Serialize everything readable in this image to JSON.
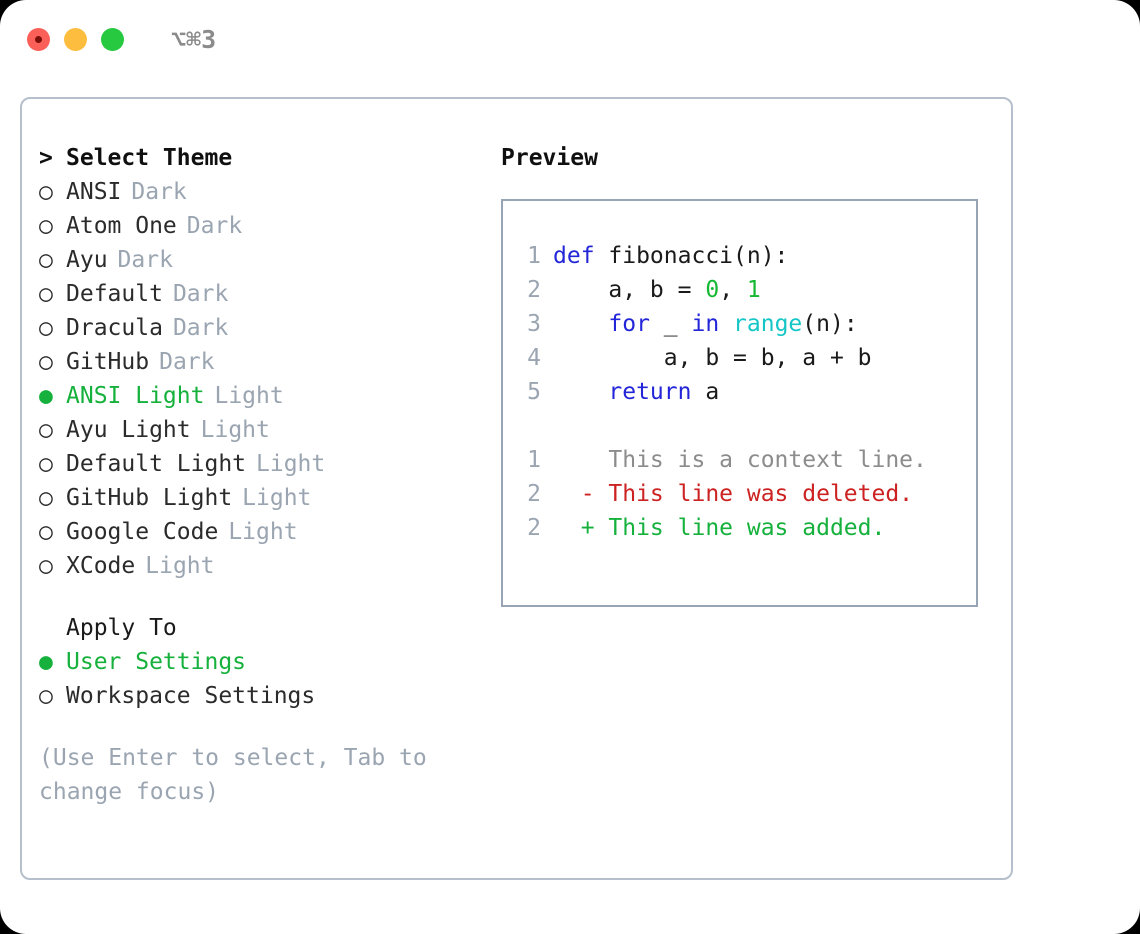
{
  "window": {
    "shortcut_label": "⌥⌘3",
    "traffic_lights": [
      {
        "name": "close",
        "color": "#fb6058"
      },
      {
        "name": "minimize",
        "color": "#fdbe40"
      },
      {
        "name": "maximize",
        "color": "#26c93f"
      }
    ]
  },
  "colors": {
    "accent_green": "#16b13c",
    "muted_gray": "#9aa5b1",
    "border": "#b6bfcc",
    "preview_border": "#98a5b5",
    "keyword_blue": "#2326d8",
    "function_cyan": "#16c6c6",
    "number_green": "#15b832",
    "diff_delete_red": "#cc2222",
    "diff_add_green": "#16b13c",
    "diff_context_gray": "#8c8c8c",
    "text": "#2b2b2b"
  },
  "theme_list": {
    "heading": "Select Theme",
    "heading_marker": ">",
    "marker_unselected": "○",
    "marker_selected": "●",
    "items": [
      {
        "name": "ANSI",
        "kind": "Dark",
        "selected": false
      },
      {
        "name": "Atom One",
        "kind": "Dark",
        "selected": false
      },
      {
        "name": "Ayu",
        "kind": "Dark",
        "selected": false
      },
      {
        "name": "Default",
        "kind": "Dark",
        "selected": false
      },
      {
        "name": "Dracula",
        "kind": "Dark",
        "selected": false
      },
      {
        "name": "GitHub",
        "kind": "Dark",
        "selected": false
      },
      {
        "name": "ANSI Light",
        "kind": "Light",
        "selected": true
      },
      {
        "name": "Ayu Light",
        "kind": "Light",
        "selected": false
      },
      {
        "name": "Default Light",
        "kind": "Light",
        "selected": false
      },
      {
        "name": "GitHub Light",
        "kind": "Light",
        "selected": false
      },
      {
        "name": "Google Code",
        "kind": "Light",
        "selected": false
      },
      {
        "name": "XCode",
        "kind": "Light",
        "selected": false
      }
    ]
  },
  "apply_to": {
    "heading": "Apply To",
    "options": [
      {
        "label": "User Settings",
        "selected": true
      },
      {
        "label": "Workspace Settings",
        "selected": false
      }
    ]
  },
  "hint": "(Use Enter to select, Tab to change focus)",
  "preview": {
    "title": "Preview",
    "code": {
      "lines": [
        {
          "number": "1",
          "tokens": [
            {
              "text": "def",
              "style": "kw"
            },
            {
              "text": " fibonacci(n):",
              "style": "id"
            }
          ]
        },
        {
          "number": "2",
          "tokens": [
            {
              "text": "    a, b = ",
              "style": "id"
            },
            {
              "text": "0",
              "style": "num"
            },
            {
              "text": ", ",
              "style": "id"
            },
            {
              "text": "1",
              "style": "num"
            }
          ]
        },
        {
          "number": "3",
          "tokens": [
            {
              "text": "    ",
              "style": "id"
            },
            {
              "text": "for",
              "style": "kw"
            },
            {
              "text": " _ ",
              "style": "id"
            },
            {
              "text": "in",
              "style": "kw"
            },
            {
              "text": " ",
              "style": "id"
            },
            {
              "text": "range",
              "style": "fn"
            },
            {
              "text": "(n):",
              "style": "id"
            }
          ]
        },
        {
          "number": "4",
          "tokens": [
            {
              "text": "        a, b = b, a + b",
              "style": "id"
            }
          ]
        },
        {
          "number": "5",
          "tokens": [
            {
              "text": "    ",
              "style": "id"
            },
            {
              "text": "return",
              "style": "kw"
            },
            {
              "text": " a",
              "style": "id"
            }
          ]
        }
      ]
    },
    "diff": {
      "lines": [
        {
          "number": "1",
          "sign": " ",
          "text": "This is a context line.",
          "style": "d-ctx"
        },
        {
          "number": "2",
          "sign": "-",
          "text": "This line was deleted.",
          "style": "d-del"
        },
        {
          "number": "2",
          "sign": "+",
          "text": "This line was added.",
          "style": "d-add"
        }
      ]
    }
  }
}
